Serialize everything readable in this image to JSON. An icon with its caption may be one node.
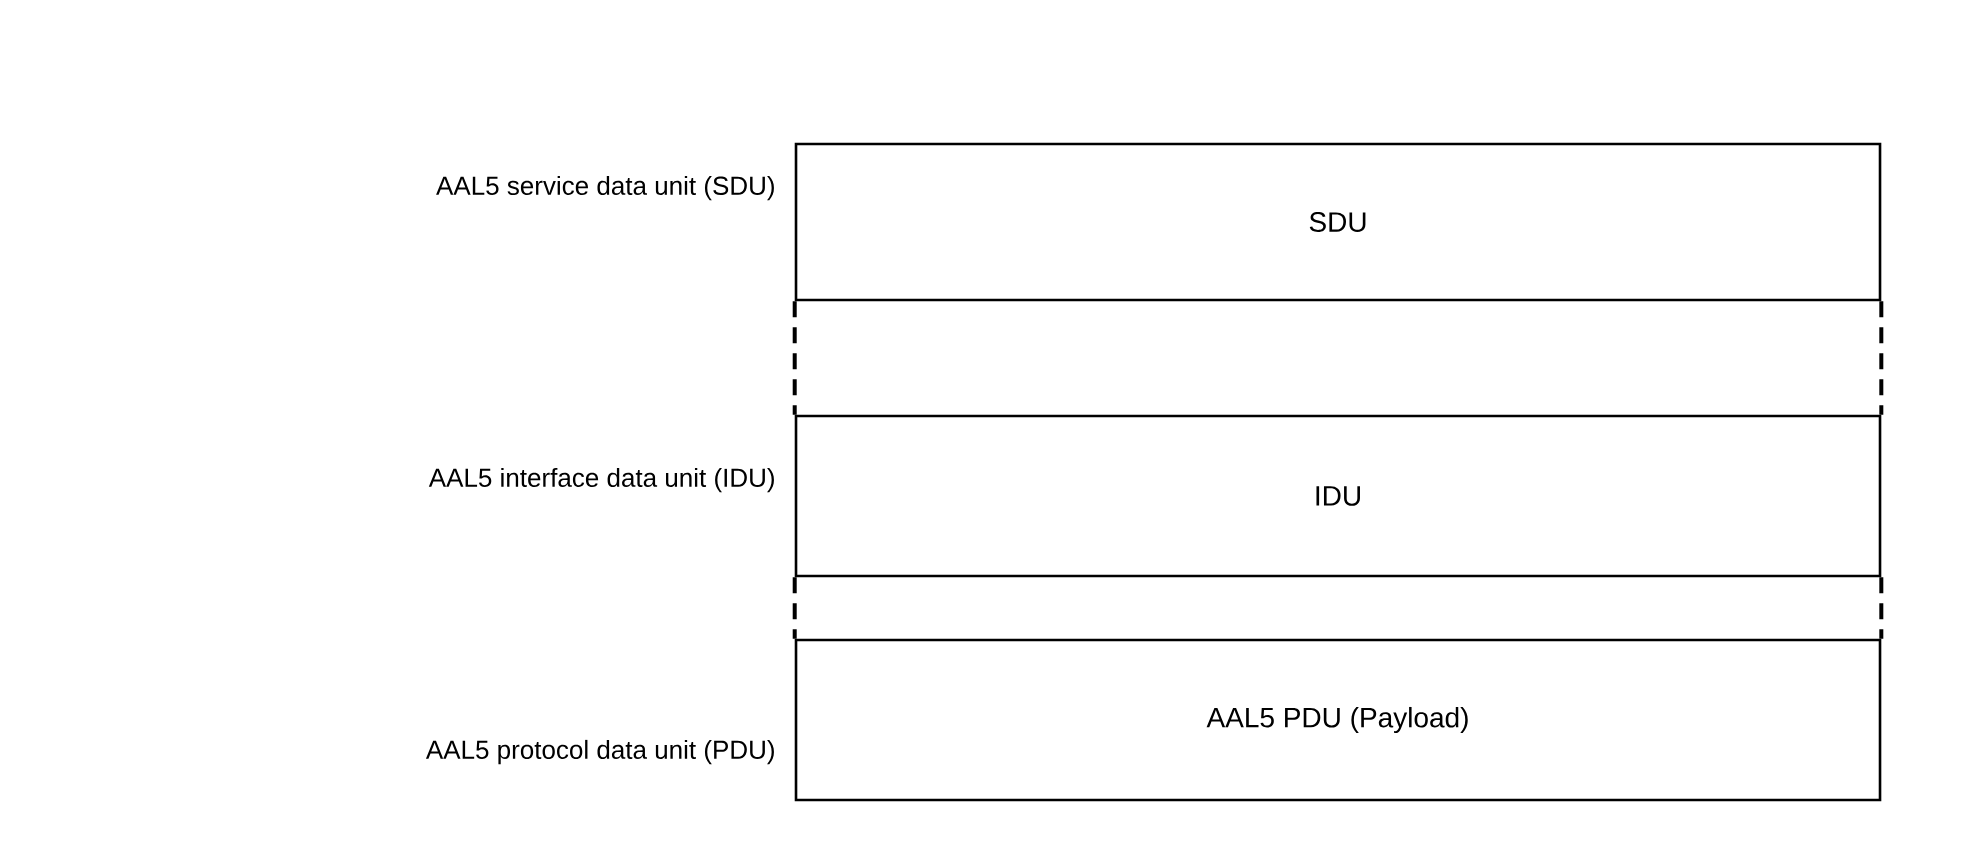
{
  "diagram": {
    "nodes": [
      {
        "text": [
          "SDU"
        ],
        "beside": [
          "AAL5 service data unit (SDU)"
        ]
      },
      {
        "text": [
          "IDU"
        ],
        "beside": [
          "AAL5 interface data unit (IDU)"
        ]
      },
      {
        "text": [
          "AAL5 PDU (Payload)"
        ],
        "beside": [
          "AAL5 protocol data unit (PDU)"
        ]
      }
    ],
    "edges": [
      {
        "from": 0,
        "to": 1,
        "arrow": "none",
        "style": "dashed"
      },
      {
        "from": 0,
        "to": 1,
        "arrow": "none",
        "style": "dashed"
      },
      {
        "from": 1,
        "to": 2,
        "arrow": "none",
        "style": "dashed"
      },
      {
        "from": 1,
        "to": 2,
        "arrow": "none",
        "style": "dashed"
      }
    ]
  }
}
